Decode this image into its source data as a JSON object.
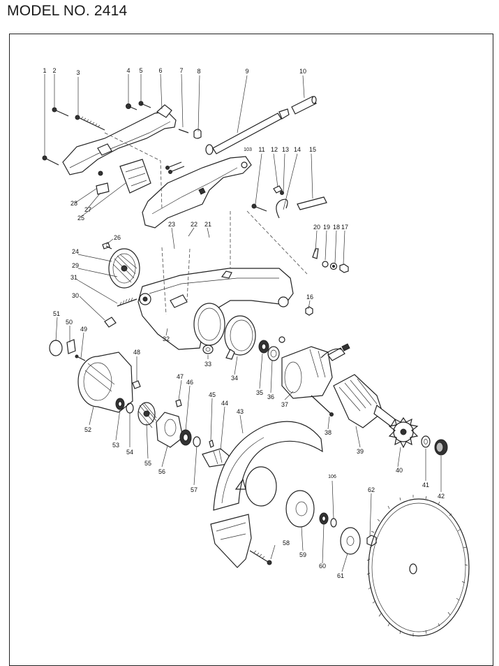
{
  "page": {
    "title": "MODEL NO. 2414"
  },
  "part_labels": [
    "1",
    "2",
    "3",
    "4",
    "5",
    "6",
    "7",
    "8",
    "9",
    "10",
    "11",
    "12",
    "13",
    "14",
    "15",
    "16",
    "17",
    "18",
    "19",
    "20",
    "21",
    "22",
    "23",
    "24",
    "25",
    "26",
    "27",
    "28",
    "29",
    "30",
    "31",
    "32",
    "33",
    "34",
    "35",
    "36",
    "37",
    "38",
    "39",
    "40",
    "41",
    "42",
    "43",
    "44",
    "45",
    "46",
    "47",
    "48",
    "49",
    "50",
    "51",
    "52",
    "53",
    "54",
    "55",
    "56",
    "57",
    "58",
    "59",
    "60",
    "61",
    "62",
    "103",
    "106"
  ]
}
